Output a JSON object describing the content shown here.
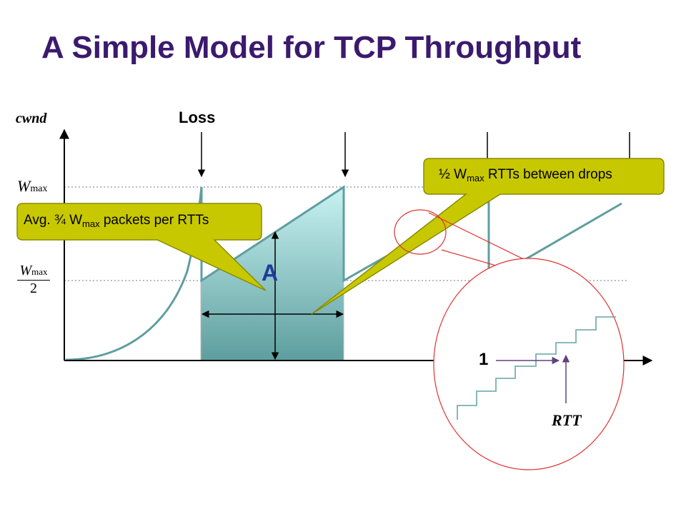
{
  "title": "A Simple Model for TCP Throughput",
  "labels": {
    "cwnd": "cwnd",
    "loss": "Loss",
    "wmax": "W",
    "wmax_sub": "max",
    "whalf": "W",
    "whalf_sub": "max",
    "whalf_den": "2",
    "area": "A",
    "one": "1",
    "rtt": "RTT"
  },
  "callouts": {
    "left": {
      "pre": "Avg. ¾ W",
      "sub": "max",
      "post": " packets per RTTs"
    },
    "right": {
      "pre": "½ W",
      "sub": "max",
      "post": " RTTs between drops"
    }
  },
  "colors": {
    "title": "#3b1a6e",
    "curve": "#5f9ea0",
    "fill_top": "#c8f2f2",
    "fill_bottom": "#5e9e9e",
    "callout_fill": "#c8c800",
    "callout_stroke": "#8a8a00",
    "zoom_circle": "#e03030",
    "stair": "#7ab0b0",
    "rtt_arrow": "#604080",
    "area_label": "#1e3c9c"
  }
}
